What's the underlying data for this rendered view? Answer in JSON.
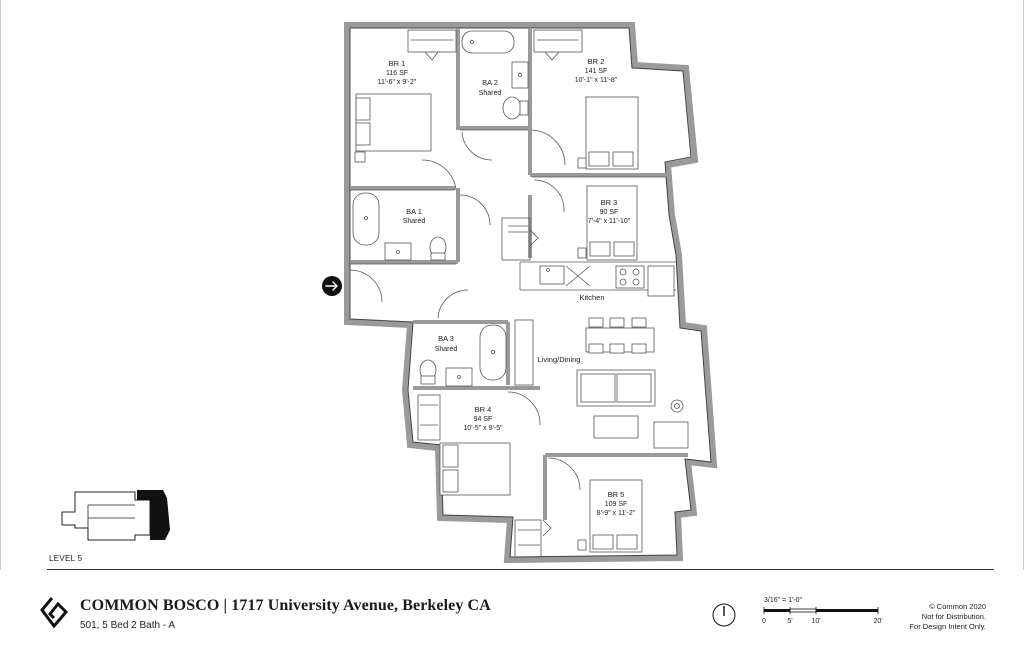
{
  "plan": {
    "rooms": {
      "br1": {
        "name": "BR 1",
        "area": "116 SF",
        "dims": "11'-6\" x 9'-2\""
      },
      "ba2": {
        "name": "BA 2",
        "note": "Shared"
      },
      "br2": {
        "name": "BR 2",
        "area": "141 SF",
        "dims": "10'-1\" x 11'-8\""
      },
      "ba1": {
        "name": "BA 1",
        "note": "Shared"
      },
      "br3": {
        "name": "BR 3",
        "area": "90 SF",
        "dims": "7'-4\" x 11'-10\""
      },
      "kitchen": {
        "name": "Kitchen"
      },
      "ba3": {
        "name": "BA 3",
        "note": "Shared"
      },
      "living": {
        "name": "Living/Dining"
      },
      "br4": {
        "name": "BR 4",
        "area": "94 SF",
        "dims": "10'-5\" x 9'-5\""
      },
      "br5": {
        "name": "BR 5",
        "area": "109 SF",
        "dims": "8'-9\" x 11'-2\""
      }
    }
  },
  "keyplan": {
    "level_label": "LEVEL 5"
  },
  "title_block": {
    "title": "COMMON BOSCO | 1717 University Avenue, Berkeley CA",
    "subtitle": "501, 5 Bed 2 Bath - A"
  },
  "scale": {
    "note": "3/16\" = 1'-0\"",
    "ticks": [
      "0",
      "5'",
      "10'",
      "20'"
    ]
  },
  "copyright": {
    "line1": "© Common 2020",
    "line2": "Not for Distribution.",
    "line3": "For Design Intent Only."
  },
  "icons": {
    "entry": "arrow-right-circle-icon",
    "north": "north-arrow-icon",
    "logo": "common-logo-icon"
  }
}
